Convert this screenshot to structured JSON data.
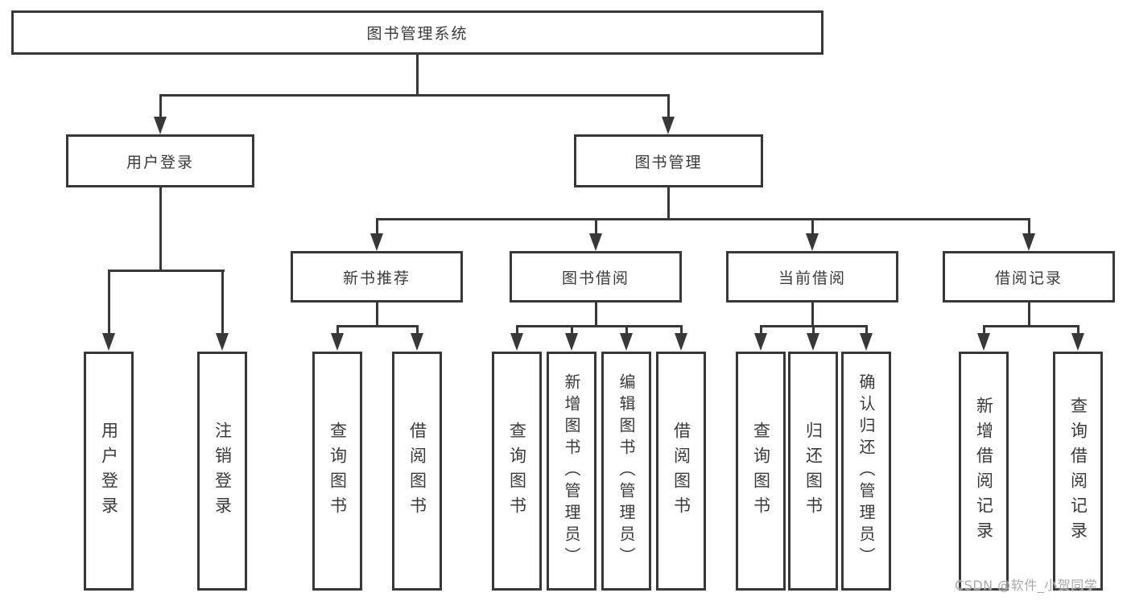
{
  "diagram_title": "图书管理系统",
  "tree": {
    "label": "图书管理系统",
    "children": [
      {
        "label": "用户登录",
        "children": [
          {
            "label": "用户登录"
          },
          {
            "label": "注销登录"
          }
        ]
      },
      {
        "label": "图书管理",
        "children": [
          {
            "label": "新书推荐",
            "children": [
              {
                "label": "查询图书"
              },
              {
                "label": "借阅图书"
              }
            ]
          },
          {
            "label": "图书借阅",
            "children": [
              {
                "label": "查询图书"
              },
              {
                "label": "新增图书（管理员）"
              },
              {
                "label": "编辑图书（管理员）"
              },
              {
                "label": "借阅图书"
              }
            ]
          },
          {
            "label": "当前借阅",
            "children": [
              {
                "label": "查询图书"
              },
              {
                "label": "归还图书"
              },
              {
                "label": "确认归还（管理员）"
              }
            ]
          },
          {
            "label": "借阅记录",
            "children": [
              {
                "label": "新增借阅记录"
              },
              {
                "label": "查询借阅记录"
              }
            ]
          }
        ]
      }
    ]
  },
  "watermark": "CSDN @软件_小贺同学",
  "colors": {
    "line": "#383838",
    "text": "#3a3a3a",
    "watermark": "#a9a9a9",
    "background": "#ffffff"
  }
}
